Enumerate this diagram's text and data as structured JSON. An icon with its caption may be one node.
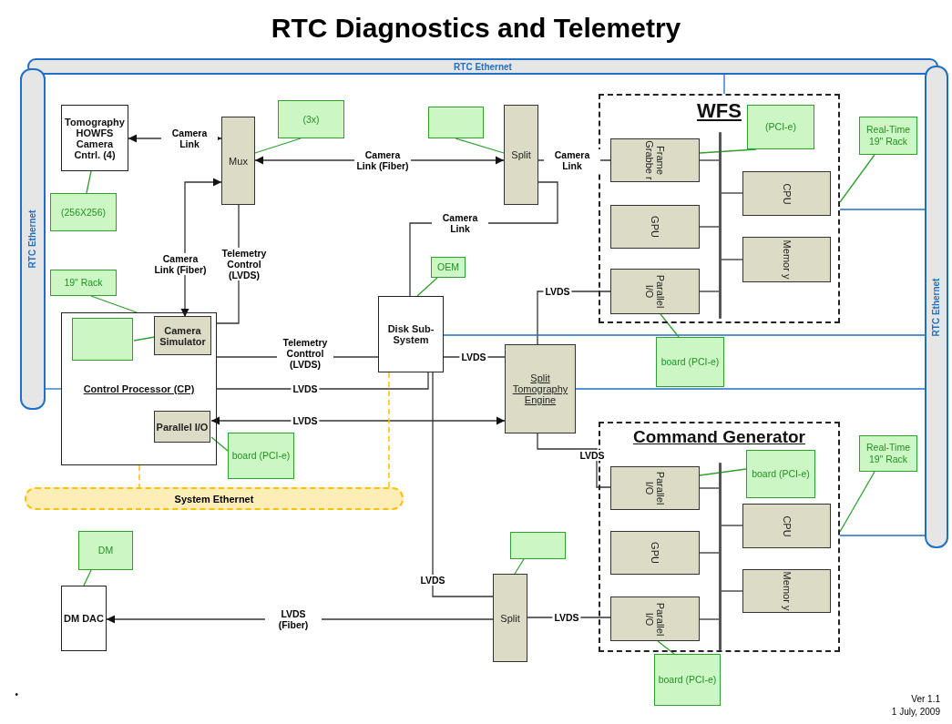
{
  "diagram": {
    "title": "RTC Diagnostics and Telemetry",
    "nodes": [
      {
        "text": [
          "RTC Ethernet"
        ]
      },
      {
        "text": [
          "RTC Ethernet"
        ]
      },
      {
        "text": [
          "RTC Ethernet"
        ]
      },
      {
        "text": [
          "Tomography HOWFS Camera Cntrl. (4)"
        ]
      },
      {
        "text": [
          "(256X256)"
        ]
      },
      {
        "text": [
          "Mux"
        ]
      },
      {
        "text": [
          "(3x)"
        ]
      },
      {
        "text": [
          "Split"
        ]
      },
      {
        "text": [],
        "shape": "box"
      },
      {
        "text": [
          "WFS"
        ]
      },
      {
        "text": [
          "Frame Grabbe r"
        ],
        "in": 9
      },
      {
        "text": [
          "GPU"
        ],
        "in": 9
      },
      {
        "text": [
          "Parallel I/O"
        ],
        "in": 9
      },
      {
        "text": [
          "CPU"
        ],
        "in": 9
      },
      {
        "text": [
          "Memor y"
        ],
        "in": 9
      },
      {
        "text": [
          "(PCI-e)"
        ],
        "in": 9
      },
      {
        "text": [
          "Real-Time 19\" Rack"
        ]
      },
      {
        "text": [
          "board (PCI-e)"
        ]
      },
      {
        "text": [
          "19\" Rack"
        ]
      },
      {
        "text": [
          "Control Processor (CP)"
        ]
      },
      {
        "text": [
          "Camera Simulator"
        ],
        "in": 19
      },
      {
        "text": [],
        "shape": "box",
        "in": 19
      },
      {
        "text": [
          "Parallel I/O"
        ],
        "in": 19
      },
      {
        "text": [
          "board (PCI-e)"
        ]
      },
      {
        "text": [
          "Disk Sub-System"
        ]
      },
      {
        "text": [
          "OEM"
        ]
      },
      {
        "text": [
          "Split Tomography Engine"
        ]
      },
      {
        "text": [
          "System Ethernet"
        ]
      },
      {
        "text": [
          "Command Generator"
        ]
      },
      {
        "text": [
          "Parallel I/O"
        ],
        "in": 28
      },
      {
        "text": [
          "GPU"
        ],
        "in": 28
      },
      {
        "text": [
          "Parallel I/O"
        ],
        "in": 28
      },
      {
        "text": [
          "CPU"
        ],
        "in": 28
      },
      {
        "text": [
          "Memor y"
        ],
        "in": 28
      },
      {
        "text": [
          "board (PCI-e)"
        ],
        "in": 28
      },
      {
        "text": [
          "Real-Time 19\" Rack"
        ]
      },
      {
        "text": [
          "board (PCI-e)"
        ]
      },
      {
        "text": [
          "Split"
        ]
      },
      {
        "text": [],
        "shape": "box"
      },
      {
        "text": [
          "DM DAC"
        ]
      },
      {
        "text": [
          "DM"
        ]
      },
      {
        "text": [],
        "shape": "bar",
        "in": 9
      },
      {
        "text": [],
        "shape": "bar",
        "in": 28
      }
    ],
    "edges": [
      {
        "from": 3,
        "to": 5,
        "arrow": "both",
        "label": "Camera Link"
      },
      {
        "from": 5,
        "to": 7,
        "arrow": "both",
        "label": "Camera Link (Fiber)"
      },
      {
        "from": 20,
        "to": 5,
        "arrow": "both",
        "label": "Camera Link (Fiber)"
      },
      {
        "from": 5,
        "to": 19,
        "arrow": "none",
        "label": "Telemetry Control (LVDS)"
      },
      {
        "from": 7,
        "to": 10,
        "arrow": "none",
        "label": "Camera Link"
      },
      {
        "from": 7,
        "to": 24,
        "arrow": "none",
        "label": "Camera Link"
      },
      {
        "from": 19,
        "to": 24,
        "arrow": "none",
        "label": "Telemetry Conttrol (LVDS)"
      },
      {
        "from": 24,
        "to": 26,
        "arrow": "none",
        "label": "LVDS"
      },
      {
        "from": 19,
        "to": 24,
        "arrow": "none",
        "label": "LVDS"
      },
      {
        "from": 22,
        "to": 26,
        "arrow": "both",
        "label": "LVDS"
      },
      {
        "from": 26,
        "to": 12,
        "arrow": "none",
        "label": "LVDS"
      },
      {
        "from": 26,
        "to": 29,
        "arrow": "none",
        "label": "LVDS"
      },
      {
        "from": 24,
        "to": 37,
        "arrow": "none",
        "label": "LVDS"
      },
      {
        "from": 37,
        "to": 31,
        "arrow": "none",
        "label": "LVDS"
      },
      {
        "from": 37,
        "to": 39,
        "arrow": "to",
        "label": "LVDS (Fiber)"
      },
      {
        "from": 19,
        "to": 27,
        "arrow": "none",
        "style": "dashed",
        "color": "#ffc000"
      },
      {
        "from": 24,
        "to": 27,
        "arrow": "none",
        "style": "dashed",
        "color": "#ffc000"
      },
      {
        "from": 10,
        "to": 41,
        "arrow": "none"
      },
      {
        "from": 11,
        "to": 41,
        "arrow": "none"
      },
      {
        "from": 12,
        "to": 41,
        "arrow": "none"
      },
      {
        "from": 13,
        "to": 41,
        "arrow": "none"
      },
      {
        "from": 14,
        "to": 41,
        "arrow": "none"
      },
      {
        "from": 29,
        "to": 42,
        "arrow": "none"
      },
      {
        "from": 30,
        "to": 42,
        "arrow": "none"
      },
      {
        "from": 31,
        "to": 42,
        "arrow": "none"
      },
      {
        "from": 32,
        "to": 42,
        "arrow": "none"
      },
      {
        "from": 33,
        "to": 42,
        "arrow": "none"
      },
      {
        "from": 0,
        "to": 9,
        "arrow": "none",
        "color": "#1f6fc5"
      },
      {
        "from": 2,
        "to": 9,
        "arrow": "none",
        "color": "#1f6fc5"
      },
      {
        "from": 2,
        "to": 24,
        "arrow": "none",
        "color": "#1f6fc5"
      },
      {
        "from": 2,
        "to": 26,
        "arrow": "none",
        "color": "#1f6fc5"
      },
      {
        "from": 2,
        "to": 28,
        "arrow": "none",
        "color": "#1f6fc5"
      },
      {
        "from": 1,
        "to": 19,
        "arrow": "none",
        "color": "#1f6fc5"
      },
      {
        "from": 4,
        "to": 3,
        "arrow": "none",
        "color": "#2ea02e"
      },
      {
        "from": 6,
        "to": 5,
        "arrow": "none",
        "color": "#2ea02e"
      },
      {
        "from": 8,
        "to": 7,
        "arrow": "none",
        "color": "#2ea02e"
      },
      {
        "from": 15,
        "to": 10,
        "arrow": "none",
        "color": "#2ea02e"
      },
      {
        "from": 16,
        "to": 9,
        "arrow": "none",
        "color": "#2ea02e"
      },
      {
        "from": 17,
        "to": 12,
        "arrow": "none",
        "color": "#2ea02e"
      },
      {
        "from": 18,
        "to": 19,
        "arrow": "none",
        "color": "#2ea02e"
      },
      {
        "from": 21,
        "to": 20,
        "arrow": "none",
        "color": "#2ea02e"
      },
      {
        "from": 23,
        "to": 22,
        "arrow": "none",
        "color": "#2ea02e"
      },
      {
        "from": 25,
        "to": 24,
        "arrow": "none",
        "color": "#2ea02e"
      },
      {
        "from": 34,
        "to": 29,
        "arrow": "none",
        "color": "#2ea02e"
      },
      {
        "from": 35,
        "to": 28,
        "arrow": "none",
        "color": "#2ea02e"
      },
      {
        "from": 36,
        "to": 31,
        "arrow": "none",
        "color": "#2ea02e"
      },
      {
        "from": 38,
        "to": 37,
        "arrow": "none",
        "color": "#2ea02e"
      },
      {
        "from": 40,
        "to": 39,
        "arrow": "none",
        "color": "#2ea02e"
      }
    ],
    "labels": [
      "•",
      "Ver 1.1",
      "1 July, 2009"
    ]
  }
}
